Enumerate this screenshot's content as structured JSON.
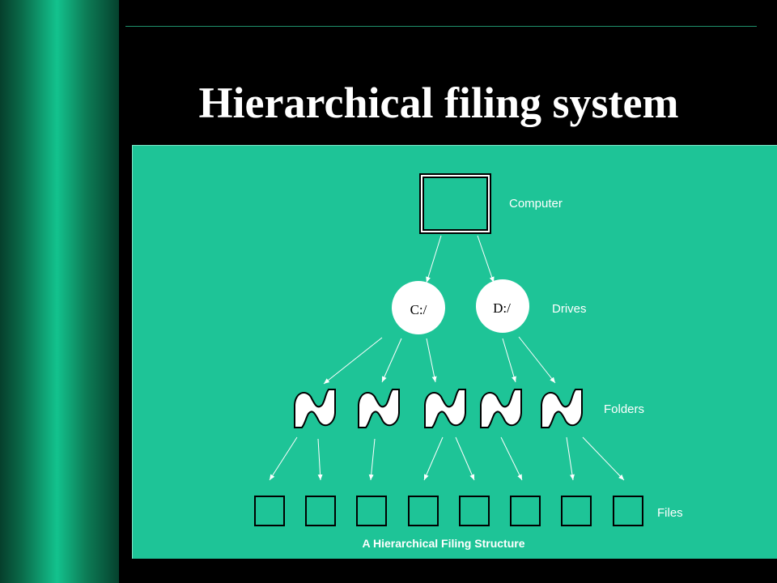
{
  "slide": {
    "title": "Hierarchical filing system"
  },
  "diagram": {
    "levels": {
      "computer": "Computer",
      "drives": "Drives",
      "folders": "Folders",
      "files": "Files"
    },
    "drives": [
      "C:/",
      "D:/"
    ],
    "folder_count": 5,
    "file_count": 8,
    "caption": "A Hierarchical Filing Structure"
  },
  "colors": {
    "background": "#000000",
    "panel": "#1ec497",
    "sidebar_gradient": [
      "#063f2c",
      "#13c28d",
      "#05412d"
    ],
    "node_fill": "#ffffff",
    "file_outline": "#000000"
  }
}
